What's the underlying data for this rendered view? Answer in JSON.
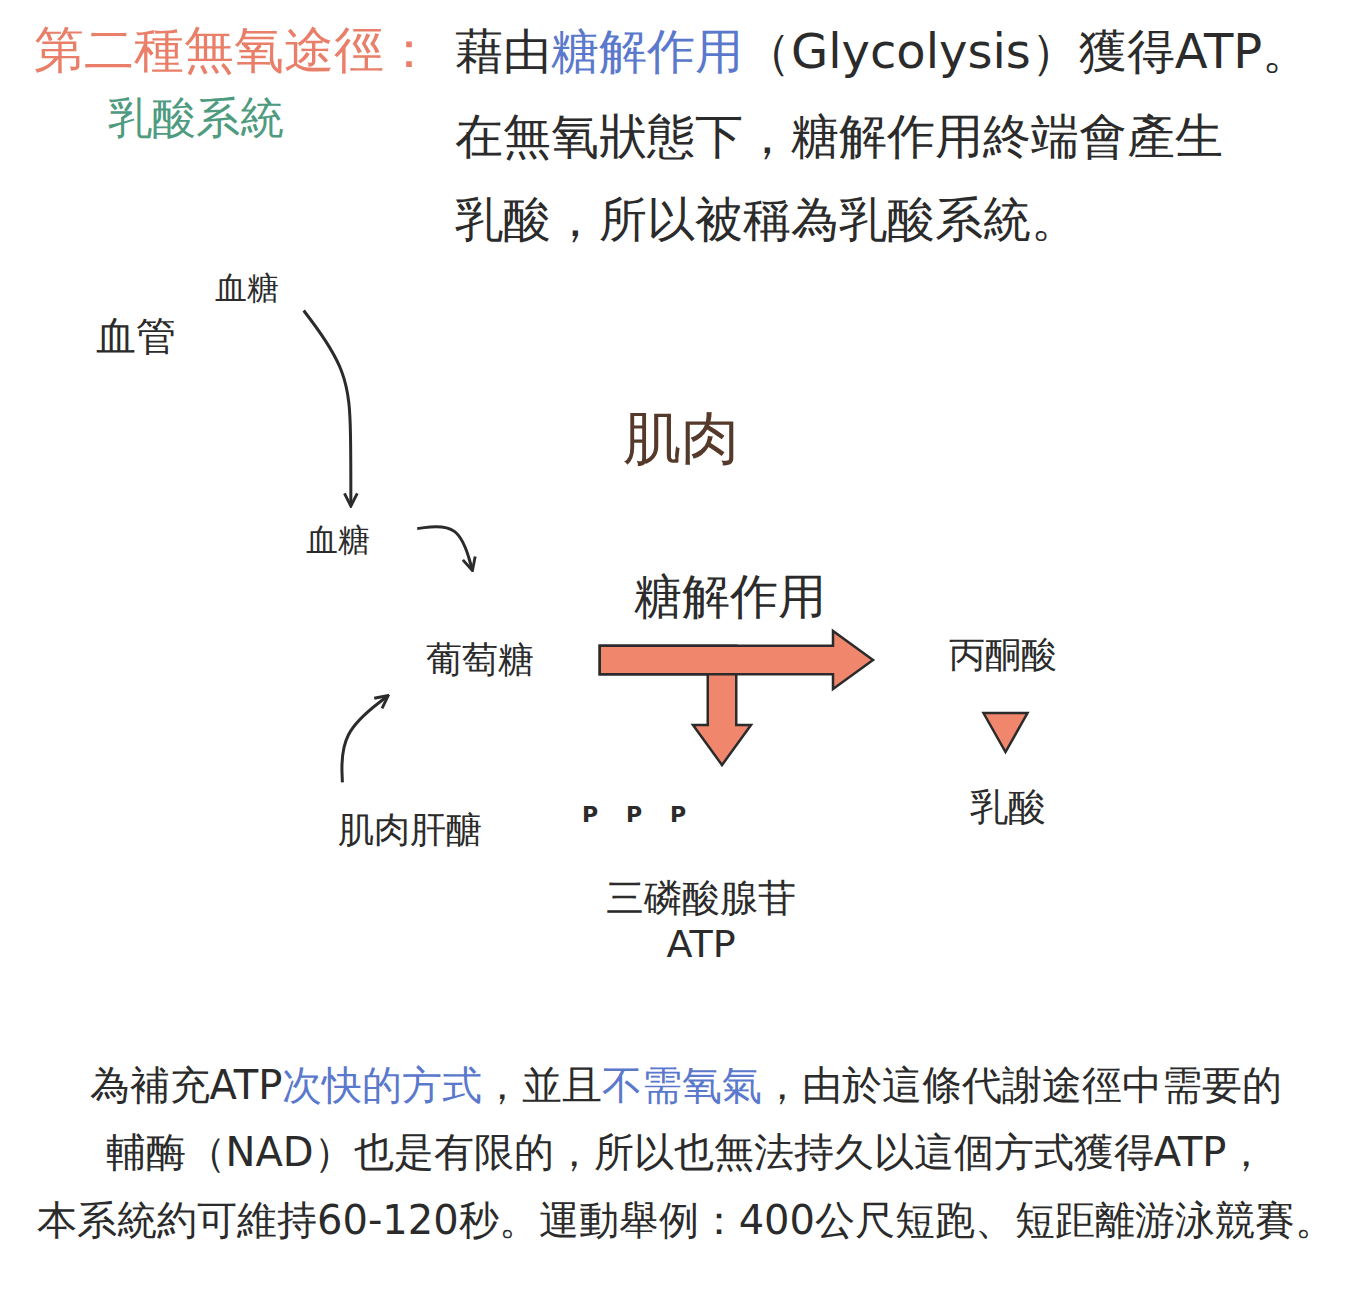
{
  "diagram": {
    "title": "第二種無氧途徑：",
    "nodes": [
      {
        "text": [
          "血管"
        ]
      },
      {
        "text": [
          "血糖"
        ],
        "in": 0
      },
      {
        "text": [
          "肌肉"
        ]
      },
      {
        "text": [
          "血糖"
        ],
        "in": 2
      },
      {
        "text": [
          "葡萄糖"
        ],
        "in": 2
      },
      {
        "text": [
          "肌肉肝醣"
        ],
        "in": 2
      },
      {
        "text": [
          "丙酮酸"
        ],
        "in": 2
      },
      {
        "text": [
          "P",
          "P",
          "P",
          "三磷酸腺苷 ATP"
        ],
        "in": 2
      },
      {
        "text": [
          "乳酸"
        ],
        "in": 2
      }
    ],
    "edges": [
      {
        "from": 1,
        "to": 3,
        "arrow": "to"
      },
      {
        "from": 3,
        "to": 4,
        "arrow": "to"
      },
      {
        "from": 5,
        "to": 4,
        "arrow": "to"
      },
      {
        "from": 4,
        "to": 7,
        "arrow": "to"
      },
      {
        "from": 4,
        "to": 6,
        "label": "糖解作用",
        "arrow": "to"
      },
      {
        "from": 6,
        "to": 8,
        "arrow": "to"
      }
    ],
    "labels": [
      "乳酸系統",
      "藉由",
      "糖解作用",
      "（Glycolysis）獲得ATP。",
      "在無氧狀態下，糖解作用終端會產生",
      "乳酸，所以被稱為乳酸系統。",
      "為補充ATP",
      "次快的方式",
      "，並且",
      "不需氧氣",
      "，由於這條代謝途徑中需要的",
      "輔酶（NAD）也是有限的，所以也無法持久以這個方式獲得ATP，",
      "本系統約可維持60-120秒。運動舉例：400公尺短跑、短距離游泳競賽。"
    ]
  }
}
